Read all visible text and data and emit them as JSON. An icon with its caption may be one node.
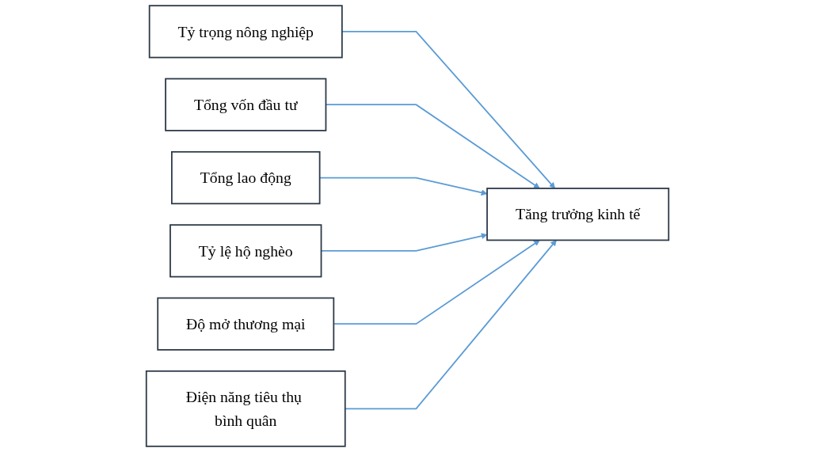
{
  "diagram": {
    "nodes": [
      {
        "text": [
          "Tỷ trọng nông nghiệp"
        ]
      },
      {
        "text": [
          "Tổng vốn đầu tư"
        ]
      },
      {
        "text": [
          "Tổng lao động"
        ]
      },
      {
        "text": [
          "Tỷ lệ hộ nghèo"
        ]
      },
      {
        "text": [
          "Độ mở thương mại"
        ]
      },
      {
        "text": [
          "Điện năng tiêu thụ bình quân"
        ]
      },
      {
        "text": [
          "Tăng trưởng kinh tế"
        ]
      }
    ],
    "edges": [
      {
        "from": 0,
        "to": 6,
        "arrow": "to"
      },
      {
        "from": 1,
        "to": 6,
        "arrow": "to"
      },
      {
        "from": 2,
        "to": 6,
        "arrow": "to"
      },
      {
        "from": 3,
        "to": 6,
        "arrow": "to"
      },
      {
        "from": 4,
        "to": 6,
        "arrow": "to"
      },
      {
        "from": 5,
        "to": 6,
        "arrow": "to"
      }
    ]
  }
}
